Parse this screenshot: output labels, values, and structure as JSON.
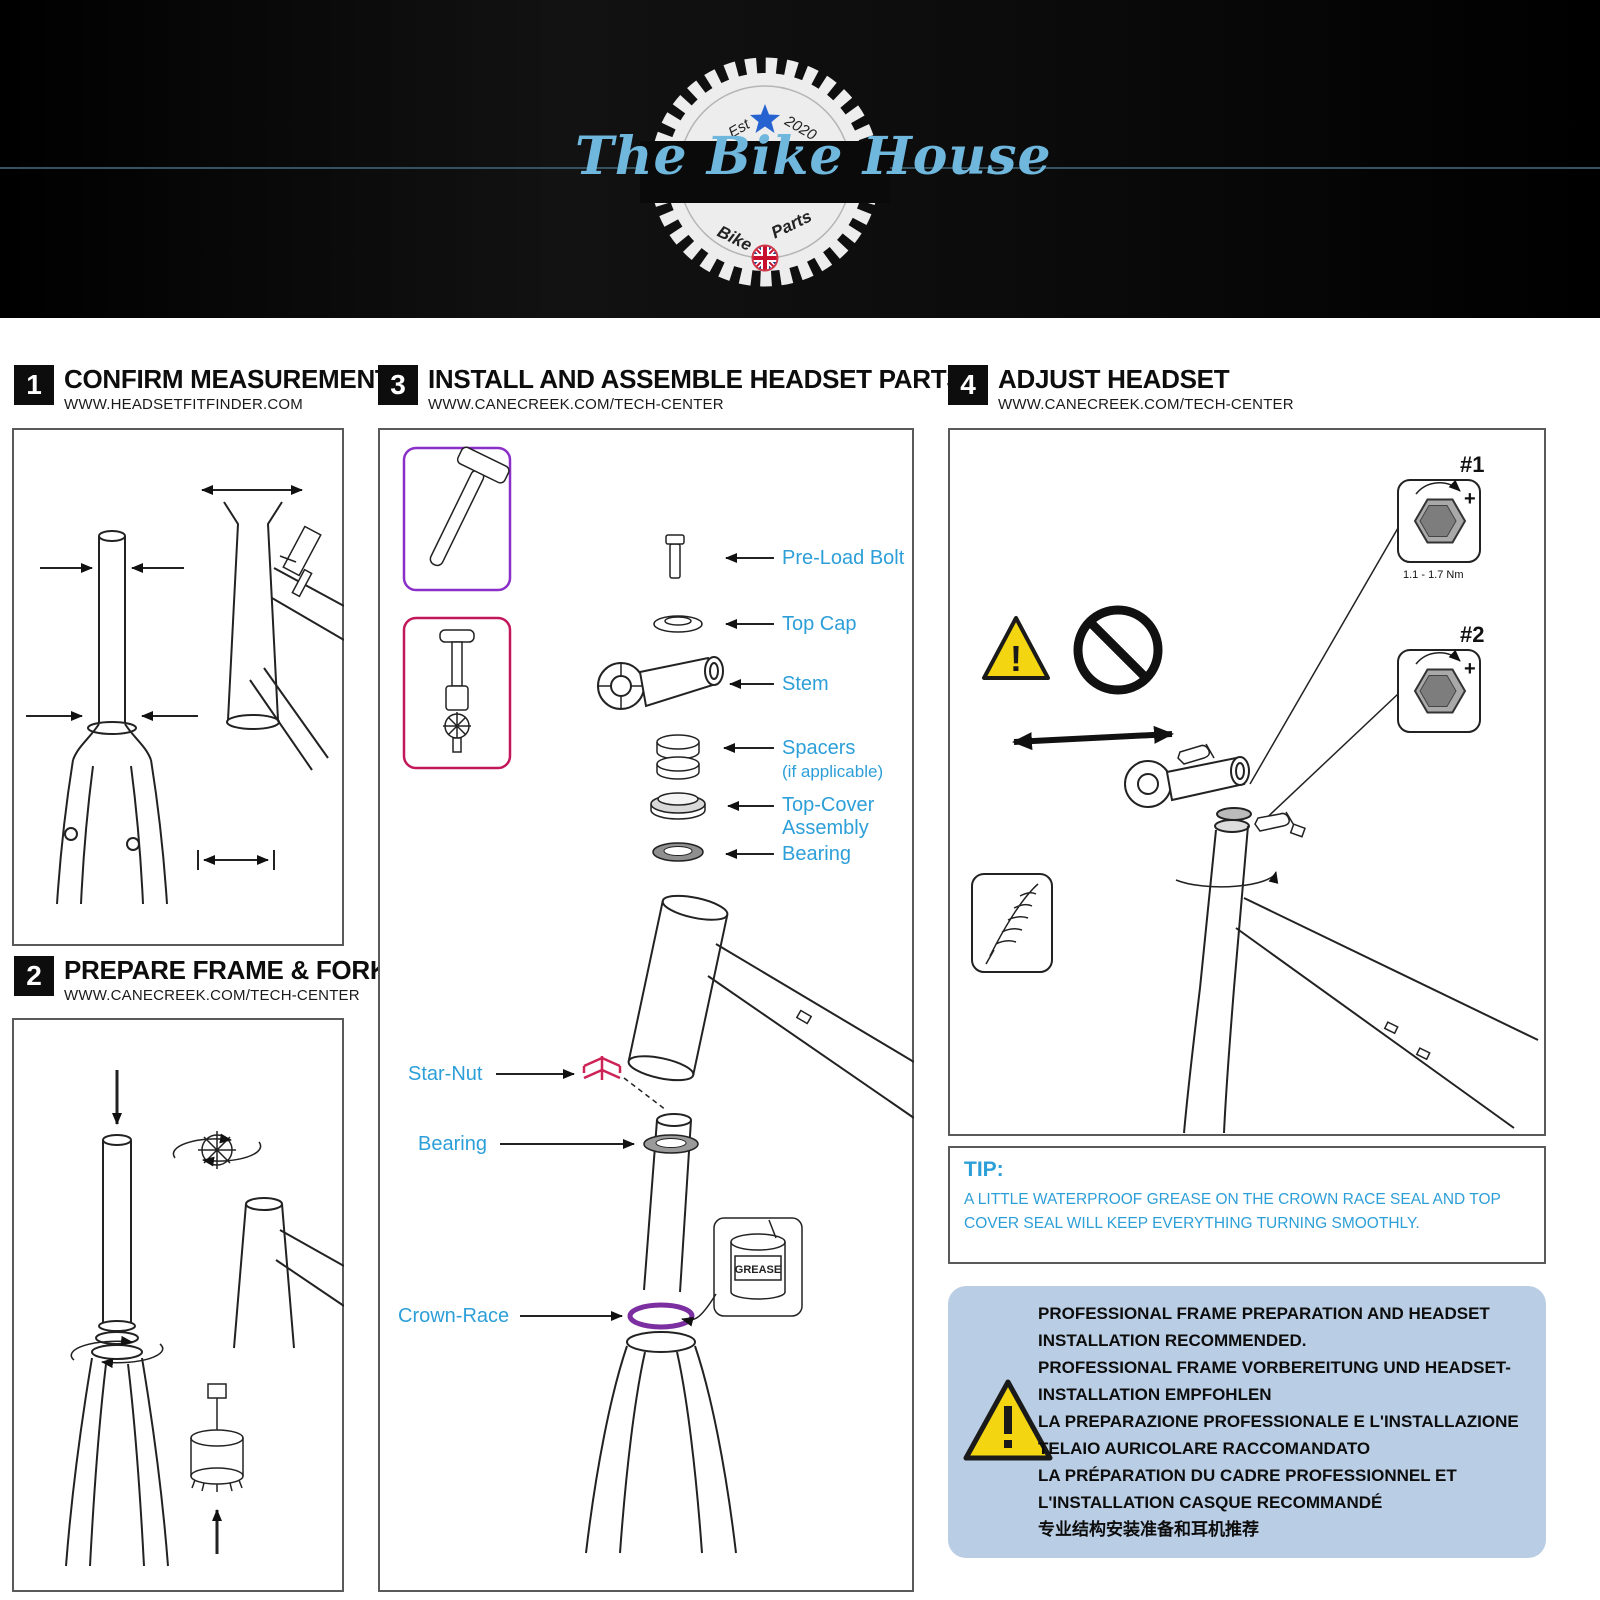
{
  "header": {
    "logo": {
      "title": "The Bike House",
      "est": "Est",
      "year": "2020",
      "bike": "Bike",
      "parts": "Parts"
    }
  },
  "sections": {
    "s1": {
      "num": "1",
      "title": "CONFIRM MEASUREMENTS",
      "url": "WWW.HEADSETFITFINDER.COM"
    },
    "s2": {
      "num": "2",
      "title": "PREPARE FRAME & FORK",
      "url": "WWW.CANECREEK.COM/TECH-CENTER"
    },
    "s3": {
      "num": "3",
      "title": "INSTALL AND ASSEMBLE HEADSET PARTS",
      "url": "WWW.CANECREEK.COM/TECH-CENTER"
    },
    "s4": {
      "num": "4",
      "title": "ADJUST HEADSET",
      "url": "WWW.CANECREEK.COM/TECH-CENTER"
    }
  },
  "assembly": {
    "labels": {
      "preload": "Pre-Load Bolt",
      "topcap": "Top Cap",
      "stem": "Stem",
      "spacers": "Spacers",
      "spacers_note": "(if applicable)",
      "topcover1": "Top-Cover",
      "topcover2": "Assembly",
      "bearing_upper": "Bearing",
      "starnut": "Star-Nut",
      "bearing_lower": "Bearing",
      "crownrace": "Crown-Race"
    },
    "grease": "GREASE"
  },
  "adjust": {
    "tool1": "#1",
    "tool1_torque": "1.1 - 1.7 Nm",
    "tool2": "#2",
    "plus": "+",
    "exclaim": "!"
  },
  "tip": {
    "title": "TIP:",
    "body": "A LITTLE WATERPROOF GREASE ON THE CROWN RACE SEAL AND TOP COVER SEAL WILL KEEP EVERYTHING TURNING SMOOTHLY."
  },
  "notice": {
    "lines": [
      "PROFESSIONAL FRAME PREPARATION AND HEADSET INSTALLATION RECOMMENDED.",
      "PROFESSIONAL FRAME VORBEREITUNG UND HEADSET-INSTALLATION EMPFOHLEN",
      "LA PREPARAZIONE PROFESSIONALE E L'INSTALLAZIONE TELAIO AURICOLARE RACCOMANDATO",
      "LA PRÉPARATION DU CADRE PROFESSIONNEL ET L'INSTALLATION CASQUE RECOMMANDÉ",
      "专业结构安装准备和耳机推荐"
    ]
  },
  "colors": {
    "accent_blue": "#2d9fd8",
    "logo_blue": "#6fb7dd",
    "star_blue": "#2663d0",
    "starnut_red": "#cc2255",
    "crownrace_purple": "#7b2fa0",
    "toolbox_purple": "#8b2fc9",
    "toolbox_red": "#c2185b",
    "notice_bg": "#b9cde4",
    "warning_yellow": "#f4d512"
  }
}
